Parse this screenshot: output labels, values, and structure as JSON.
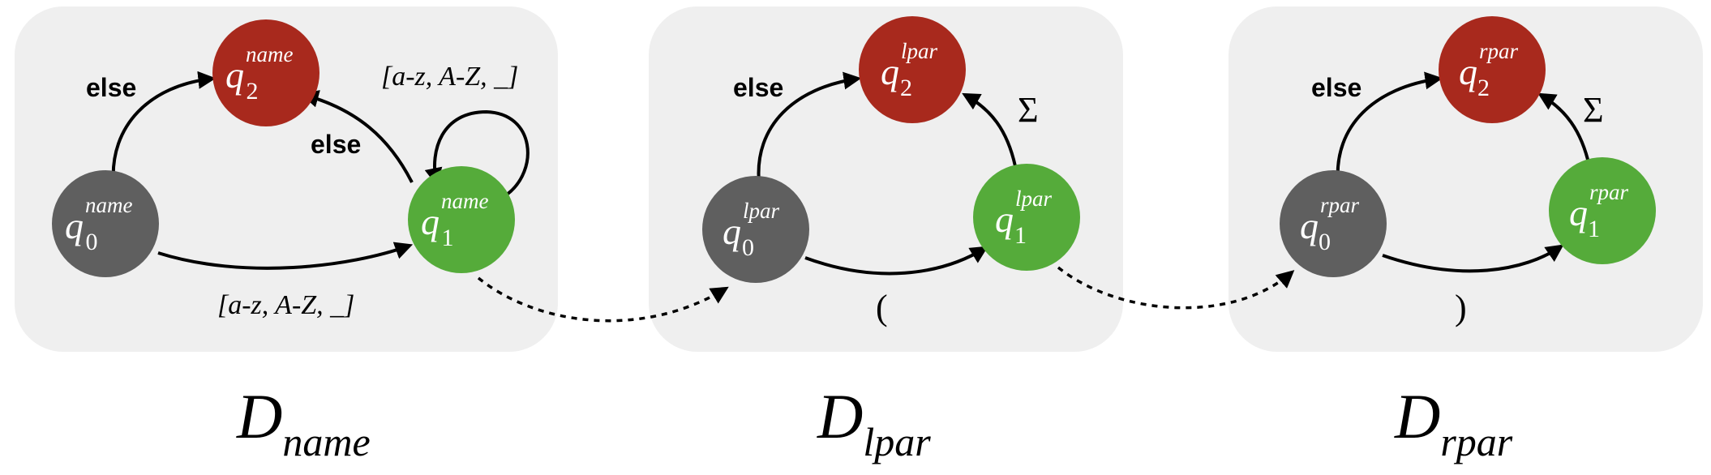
{
  "automata": [
    {
      "title": "D",
      "title_sub": "name",
      "states": {
        "q0": {
          "base": "q",
          "idx": "0",
          "sup": "name"
        },
        "q1": {
          "base": "q",
          "idx": "1",
          "sup": "name"
        },
        "q2": {
          "base": "q",
          "idx": "2",
          "sup": "name"
        }
      },
      "edges": {
        "q0_q2": "else",
        "q1_q2": "else",
        "q1_self": "[a-z, A-Z, _]",
        "q0_q1": "[a-z, A-Z, _]"
      }
    },
    {
      "title": "D",
      "title_sub": "lpar",
      "states": {
        "q0": {
          "base": "q",
          "idx": "0",
          "sup": "lpar"
        },
        "q1": {
          "base": "q",
          "idx": "1",
          "sup": "lpar"
        },
        "q2": {
          "base": "q",
          "idx": "2",
          "sup": "lpar"
        }
      },
      "edges": {
        "q0_q2": "else",
        "q1_q2": "Σ",
        "q0_q1": "("
      }
    },
    {
      "title": "D",
      "title_sub": "rpar",
      "states": {
        "q0": {
          "base": "q",
          "idx": "0",
          "sup": "rpar"
        },
        "q1": {
          "base": "q",
          "idx": "1",
          "sup": "rpar"
        },
        "q2": {
          "base": "q",
          "idx": "2",
          "sup": "rpar"
        }
      },
      "edges": {
        "q0_q2": "else",
        "q1_q2": "Σ",
        "q0_q1": ")"
      }
    }
  ],
  "colors": {
    "start_state": "#5f5f5f",
    "accept_state": "#55ab3a",
    "reject_state": "#a8291d",
    "panel": "#efefef"
  }
}
